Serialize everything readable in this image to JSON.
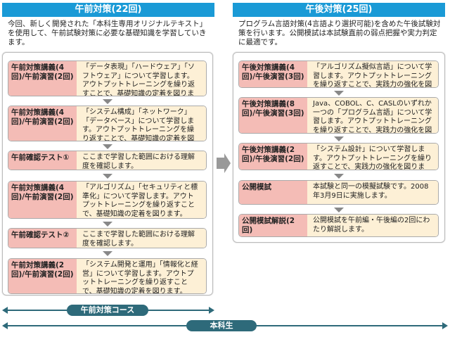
{
  "am": {
    "title": "午前対策(22回)",
    "description": "今回、新しく開発された「本科生専用オリジナルテキスト」を使用して、午前試験対策に必要な基礎知識を学習していきます。",
    "steps": [
      {
        "label": "午前対策講義(4回)/午前演習(2回)",
        "text": "「データ表現」「ハードウェア」「ソフトウェア」について学習します。アウトプットトレーニングを繰り返すことで、基礎知識の定着を図ります。"
      },
      {
        "label": "午前対策講義(4回)/午前演習(2回)",
        "text": "「システム構成」「ネットワーク」「データベース」について学習します。アウトプットトレーニングを繰り返すことで、基礎知識の定着を図ります。"
      },
      {
        "label": "午前確認テスト①",
        "text": "ここまで学習した範囲における理解度を確認します。"
      },
      {
        "label": "午前対策講義(4回)/午前演習(2回)",
        "text": "「アルゴリズム」「セキュリティと標準化」について学習します。アウトプットトレーニングを繰り返すことで、基礎知識の定着を図ります。"
      },
      {
        "label": "午前確認テスト②",
        "text": "ここまで学習した範囲における理解度を確認します。"
      },
      {
        "label": "午前対策講義(2回)/午前演習(2回)",
        "text": "「システム開発と運用」「情報化と経営」について学習します。アウトプットトレーニングを繰り返すことで、基礎知識の定着を図ります。"
      }
    ]
  },
  "pm": {
    "title": "午後対策(25回)",
    "description": "プログラム言語対策(4言語より選択可能)を含めた午後試験対策を行います。公開模試は本試験直前の弱点把握や実力判定に最適です。",
    "steps": [
      {
        "label": "午後対策講義(4回)/午後演習(3回)",
        "text": "「アルゴリズム擬似言語」について学習します。アウトプットトレーニングを繰り返すことで、実践力の強化を図ります。"
      },
      {
        "label": "午後対策講義(8回)/午後演習(3回)",
        "text": "Java、COBOL、C、CASLのいずれか一つの「プログラム言語」について学習します。アウトプットトレーニングを繰り返すことで、実践力の強化を図ります。"
      },
      {
        "label": "午後対策講義(2回)/午後演習(2回)",
        "text": "「システム設計」について学習します。アウトプットトレーニングを繰り返すことで、実践力の強化を図ります。"
      },
      {
        "label": "公開模試",
        "text": "本試験と同一の模擬試験です。2008年3月9日に実施します。"
      },
      {
        "label": "公開模試解説(2回)",
        "text": "公開模試を午前編・午後編の2回にわたり解説します。"
      }
    ]
  },
  "courses": {
    "am_course": "午前対策コース",
    "main_course": "本科生"
  }
}
